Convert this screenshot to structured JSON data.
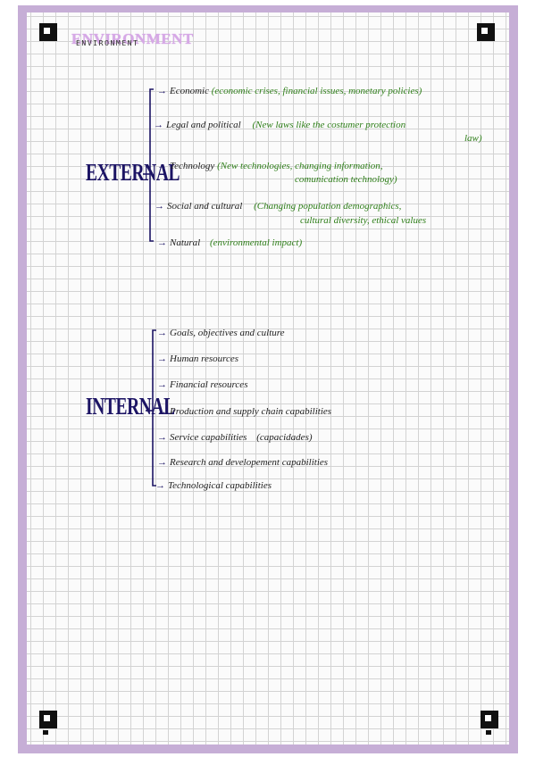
{
  "document": {
    "heading_highlight": "ENVIRONMENT",
    "heading_small": "ENVIRONMENT"
  },
  "external": {
    "label": "EXTERNAL",
    "items": [
      {
        "topic": "Economic",
        "detail": "(economic crises, financial issues, monetary policies)"
      },
      {
        "topic": "Legal and political",
        "detail": "(New laws like the costumer protection",
        "detail_cont": "law)"
      },
      {
        "topic": "Technology",
        "detail": "(New technologies, changing information,",
        "detail_cont": "comunication technology)"
      },
      {
        "topic": "Social and cultural",
        "detail": "(Changing population demographics,",
        "detail_cont": "cultural diversity, ethical values"
      },
      {
        "topic": "Natural",
        "detail": "(environmental impact)"
      }
    ]
  },
  "internal": {
    "label": "INTERNAL",
    "items": [
      {
        "topic": "Goals, objectives and culture"
      },
      {
        "topic": "Human resources"
      },
      {
        "topic": "Financial resources"
      },
      {
        "topic": "Production and supply chain capabilities"
      },
      {
        "topic": "Service capabilities",
        "detail": "(capacidades)"
      },
      {
        "topic": "Research and developement capabilities"
      },
      {
        "topic": "Technological capabilities"
      }
    ]
  },
  "colors": {
    "frame": "#c6aed6",
    "ink": "#1e1e1e",
    "label_blue": "#1c1464",
    "detail_green": "#2f7f1a",
    "highlight_purple": "#d6a8e6"
  }
}
